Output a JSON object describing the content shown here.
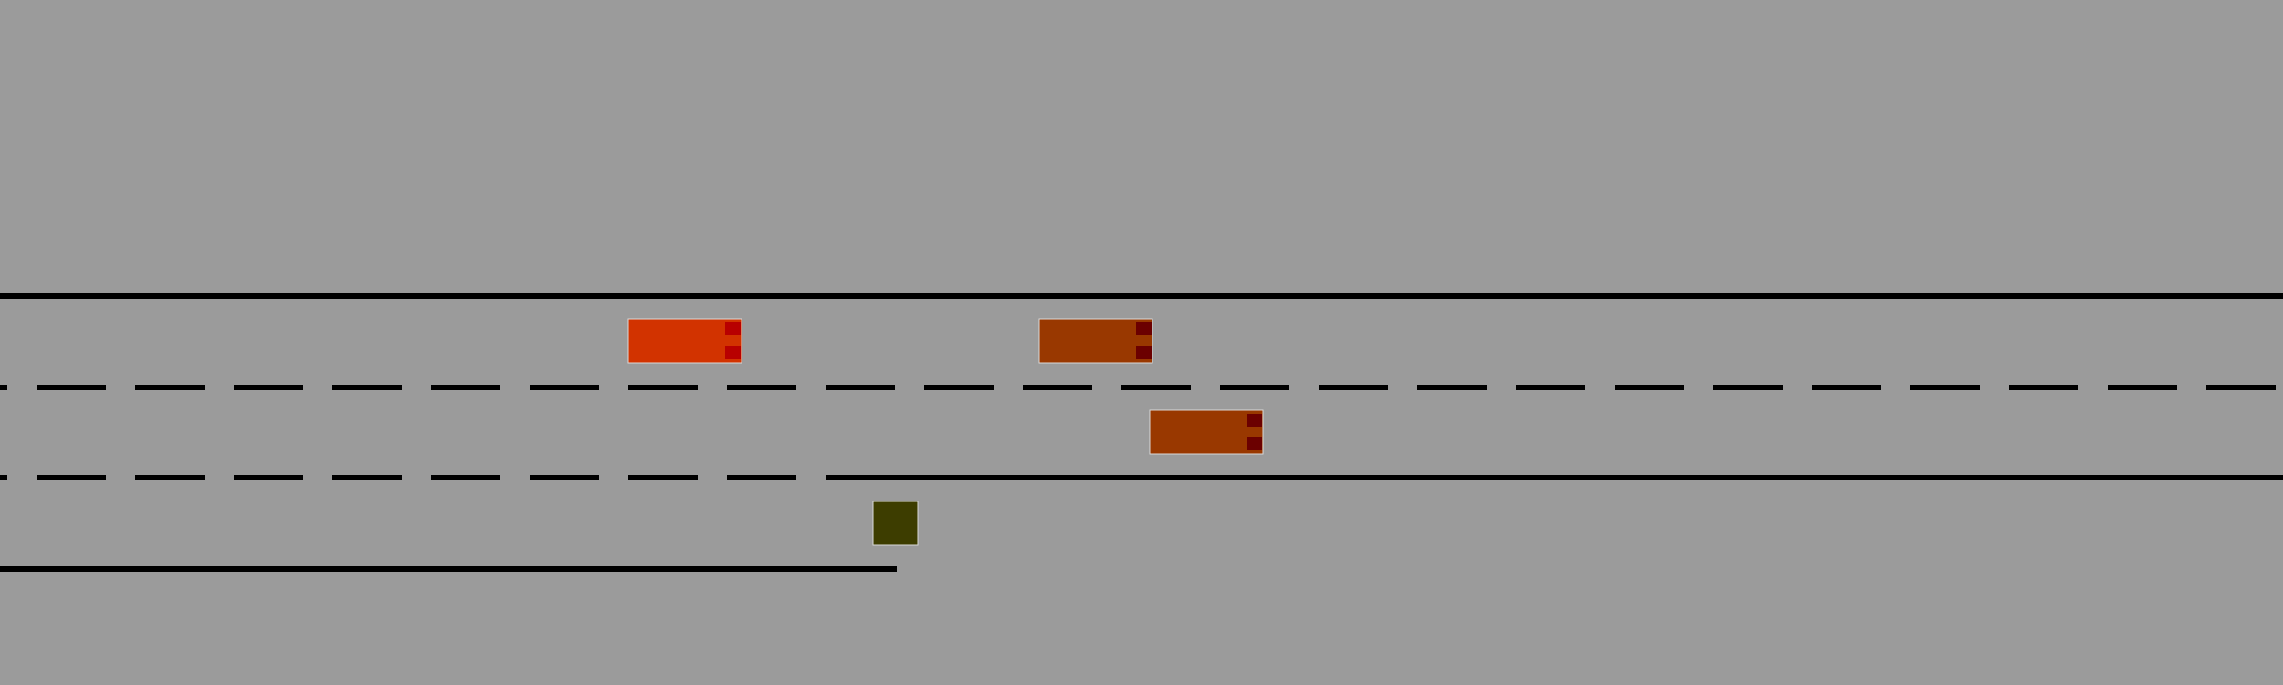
{
  "scene": {
    "background": "#9b9b9b",
    "line_color": "#000000"
  },
  "road_markings": [
    {
      "name": "top-road-edge",
      "style": "solid"
    },
    {
      "name": "lane-divider-upper",
      "style": "dashed"
    },
    {
      "name": "lane-divider-lower-dashed",
      "style": "dashed"
    },
    {
      "name": "lane-divider-lower-solid",
      "style": "solid"
    },
    {
      "name": "bottom-road-edge",
      "style": "solid"
    }
  ],
  "vehicles": [
    {
      "name": "ego-vehicle",
      "color": "#d23300",
      "light_color": "#b80000",
      "heading": "right",
      "lane": 1
    },
    {
      "name": "vehicle-2",
      "color": "#993800",
      "light_color": "#6b0000",
      "heading": "right",
      "lane": 1
    },
    {
      "name": "vehicle-3",
      "color": "#993800",
      "light_color": "#6b0000",
      "heading": "right",
      "lane": 2
    }
  ],
  "obstacles": [
    {
      "name": "obstacle-block",
      "color": "#3d3d00"
    }
  ]
}
